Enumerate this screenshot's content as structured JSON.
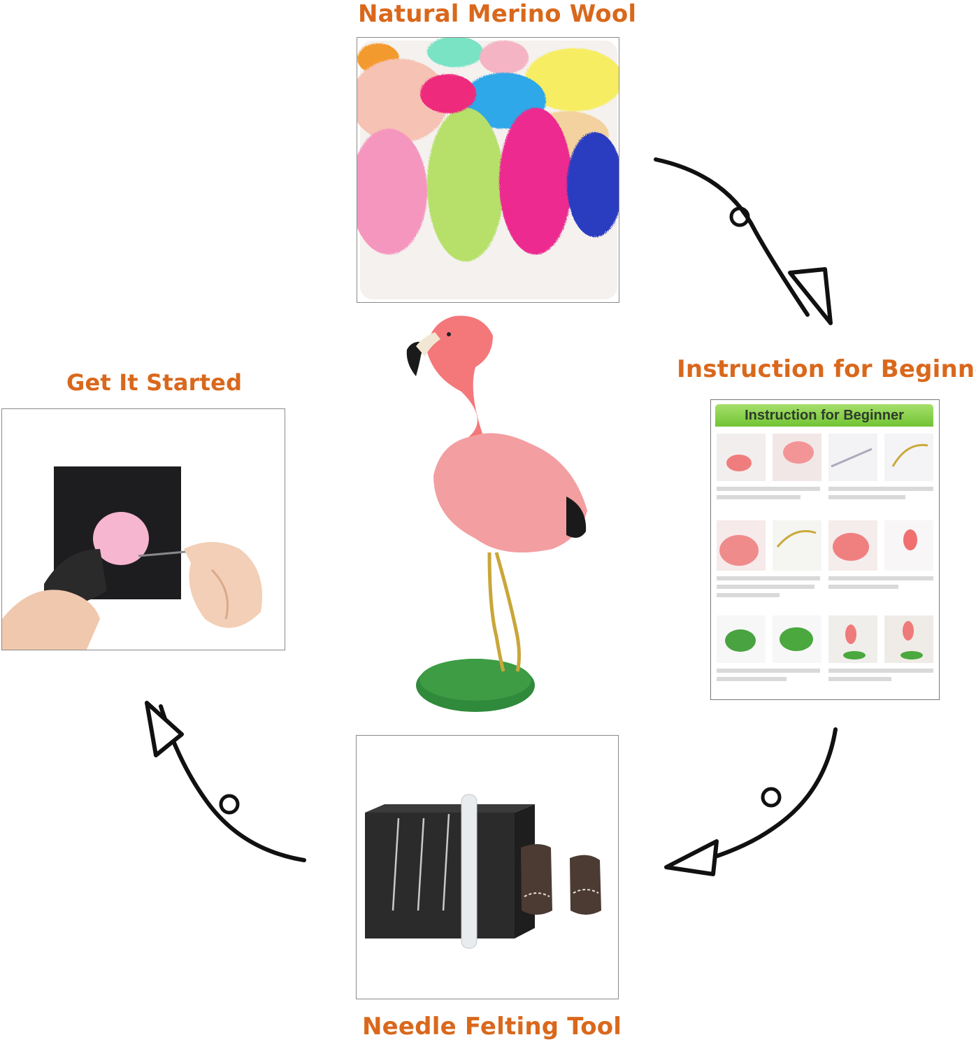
{
  "steps": {
    "wool": {
      "label": "Natural Merino Wool"
    },
    "instruction": {
      "label": "Instruction for Beginner",
      "card_title": "Instruction for Beginner"
    },
    "tool": {
      "label": "Needle Felting Tool"
    },
    "start": {
      "label": "Get It Started"
    }
  },
  "icons": {
    "arrow": "curved-arrow-icon",
    "flamingo": "felted-flamingo-figure"
  },
  "colors": {
    "label_orange": "#d9681c",
    "header_green": "#7ac93c",
    "arrow_black": "#111111"
  }
}
